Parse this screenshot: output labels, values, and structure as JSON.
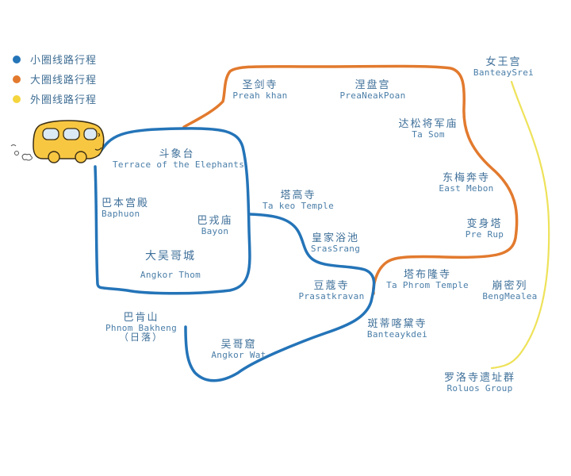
{
  "legend": {
    "items": [
      {
        "label": "小圈线路行程",
        "color": "#2474b8"
      },
      {
        "label": "大圈线路行程",
        "color": "#e27a2e"
      },
      {
        "label": "外圈线路行程",
        "color": "#f2d23a"
      }
    ]
  },
  "colors": {
    "small_loop": "#2474b8",
    "big_loop": "#e27a2e",
    "outer_loop": "#eee25a",
    "text": "#3e6f99",
    "bus_body": "#f8c742",
    "bus_window": "#dceaf6"
  },
  "icons": {
    "bus": "bus-icon",
    "exhaust": "exhaust-cloud-icon"
  },
  "sites": {
    "terrace_elephants": {
      "zh": "斗象台",
      "en": "Terrace of the Elephants"
    },
    "baphuon": {
      "zh": "巴本宫殿",
      "en": "Baphuon"
    },
    "bayon": {
      "zh": "巴戎庙",
      "en": "Bayon"
    },
    "angkor_thom": {
      "zh": "大吴哥城",
      "en": "Angkor Thom"
    },
    "preah_khan": {
      "zh": "圣剑寺",
      "en": "Preah khan"
    },
    "neak_poan": {
      "zh": "涅盘宫",
      "en": "PreaNeakPoan"
    },
    "ta_som": {
      "zh": "达松将军庙",
      "en": "Ta Som"
    },
    "banteay_srei": {
      "zh": "女王宫",
      "en": "BanteaySrei"
    },
    "east_mebon": {
      "zh": "东梅奔寺",
      "en": "East Mebon"
    },
    "pre_rup": {
      "zh": "变身塔",
      "en": "Pre Rup"
    },
    "ta_keo": {
      "zh": "塔高寺",
      "en": "Ta keo Temple"
    },
    "srah_srang": {
      "zh": "皇家浴池",
      "en": "SrasSrang"
    },
    "ta_prohm": {
      "zh": "塔布隆寺",
      "en": "Ta Phrom Temple"
    },
    "prasat_kravan": {
      "zh": "豆蔻寺",
      "en": "Prasatkravan"
    },
    "beng_mealea": {
      "zh": "崩密列",
      "en": "BengMealea"
    },
    "banteay_kdei": {
      "zh": "斑蒂喀黛寺",
      "en": "Banteaykdei"
    },
    "phnom_bakheng": {
      "zh": "巴肯山",
      "en": "Phnom Bakheng",
      "note": "（日落）"
    },
    "angkor_wat": {
      "zh": "吴哥窟",
      "en": "Angkor Wat"
    },
    "roluos": {
      "zh": "罗洛寺遗址群",
      "en": "Roluos Group"
    }
  }
}
